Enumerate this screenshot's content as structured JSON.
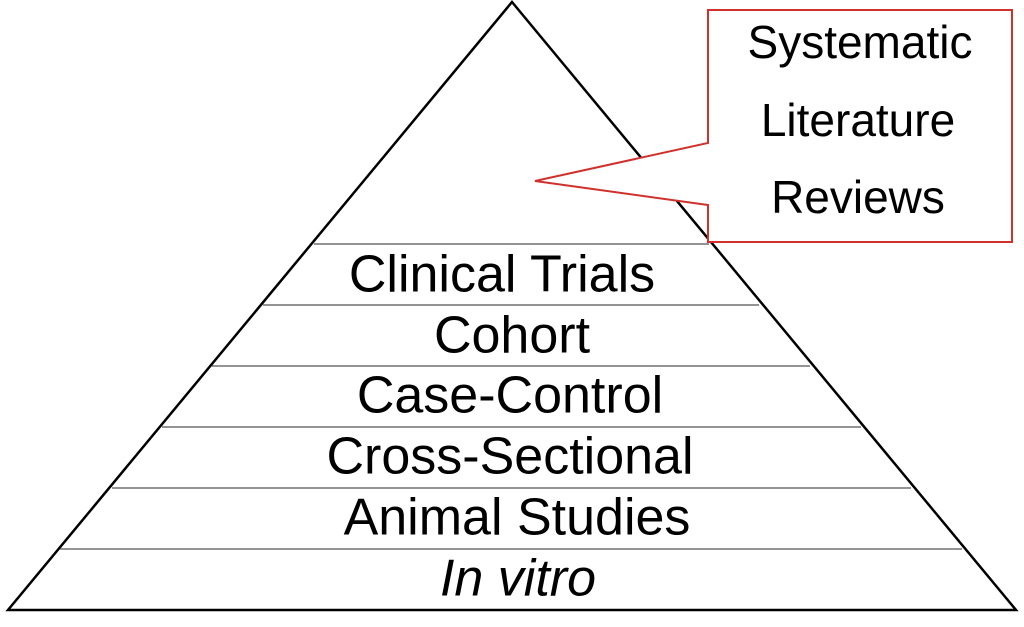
{
  "colors": {
    "outline": "#000000",
    "divider": "#555555",
    "callout_border": "#d0312d",
    "background": "#ffffff"
  },
  "pyramid": {
    "tiers": [
      {
        "label": "Clinical Trials",
        "italic": false
      },
      {
        "label": "Cohort",
        "italic": false
      },
      {
        "label": "Case-Control",
        "italic": false
      },
      {
        "label": "Cross-Sectional",
        "italic": false
      },
      {
        "label": "Animal Studies",
        "italic": false
      },
      {
        "label": "In vitro",
        "italic": true
      }
    ]
  },
  "callout": {
    "lines": [
      "Systematic",
      "Literature",
      "Reviews"
    ]
  }
}
